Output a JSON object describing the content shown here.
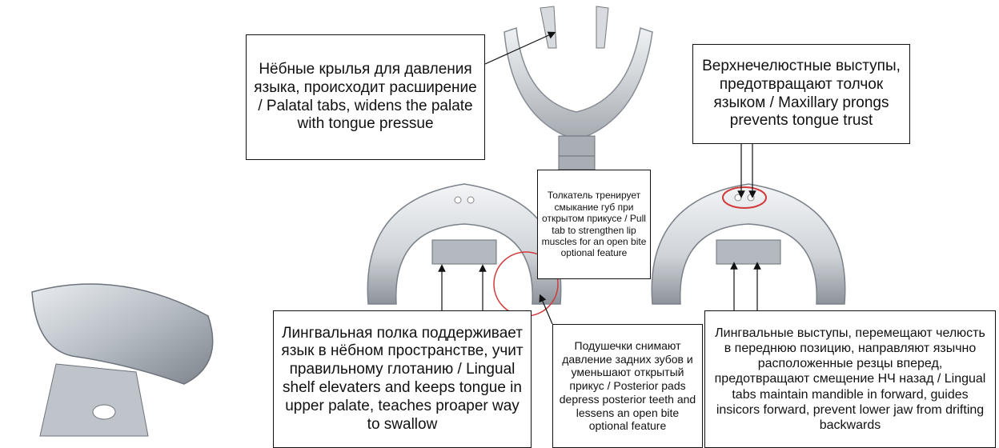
{
  "labels": {
    "palatal_tabs": "Нёбные крылья для давления языка, происходит расширение / Palatal tabs, widens the palate with tongue pressue",
    "maxillary_prongs": "Верхнечелюстные выступы, предотвращают толчок языком / Maxillary prongs prevents tongue trust",
    "pull_tab": "Толкатель тренирует смыкание губ при открытом прикусе / Pull tab to strengthen lip muscles for an open bite optional feature",
    "lingual_shelf": "Лингвальная полка поддерживает язык в нёбном пространстве, учит правильному глотанию / Lingual shelf elevaters and keeps tongue in upper palate, teaches proaper way to swallow",
    "posterior_pads": "Подушечки снимают давление задних зубов и уменьшают открытый прикус / Posterior pads depress posterior teeth and lessens an open bite optional feature",
    "lingual_tabs": "Лингвальные выступы, перемещают челюсть в переднюю позицию, направляют язычно расположенные резцы вперед, предотвращают смещение НЧ назад / Lingual tabs maintain mandible in forward, guides insicors forward, prevent lower jaw from drifting backwards"
  },
  "colors": {
    "border": "#111111",
    "highlight": "#d23a3a",
    "plastic": "#c9cdd2"
  }
}
